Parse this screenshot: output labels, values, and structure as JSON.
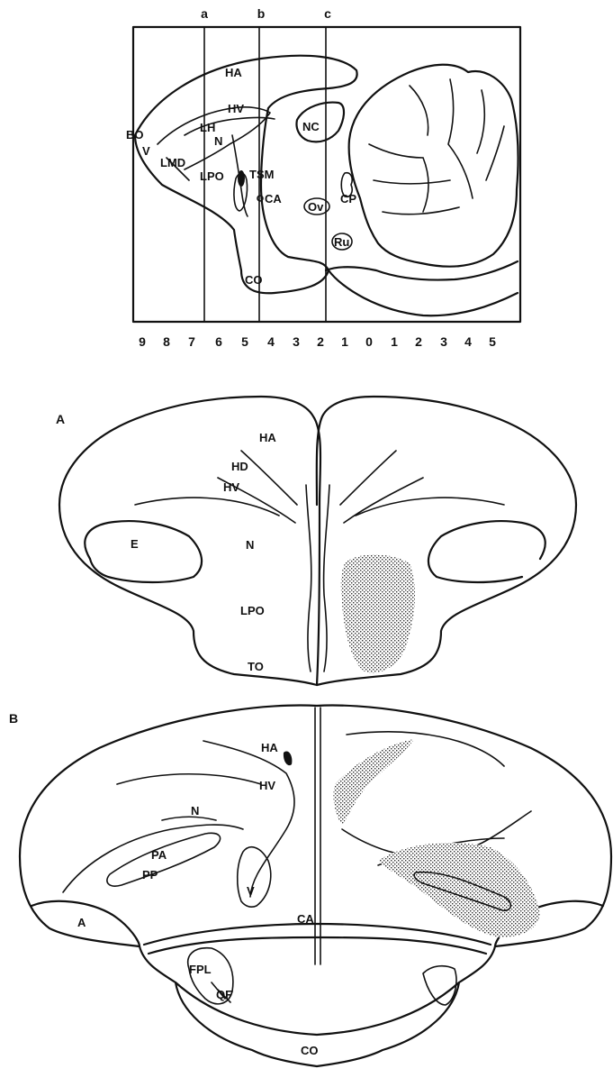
{
  "top_panel": {
    "section_lines": [
      "a",
      "b",
      "c"
    ],
    "axis_ticks": [
      "9",
      "8",
      "7",
      "6",
      "5",
      "4",
      "3",
      "2",
      "1",
      "0",
      "1",
      "2",
      "3",
      "4",
      "5"
    ],
    "labels": {
      "ha": "HA",
      "hv": "HV",
      "nc": "NC",
      "lh": "LH",
      "n": "N",
      "bo": "BO",
      "v": "V",
      "lmd": "LMD",
      "lpo": "LPO",
      "tsm": "TSM",
      "ca": "CA",
      "ov": "Ov",
      "cp": "CP",
      "ru": "Ru",
      "co": "CO"
    }
  },
  "panel_a": {
    "letter": "A",
    "labels": {
      "ha": "HA",
      "hd": "HD",
      "hv": "HV",
      "e": "E",
      "n": "N",
      "lpo": "LPO",
      "to": "TO"
    }
  },
  "panel_b": {
    "letter": "B",
    "labels": {
      "ha": "HA",
      "hv": "HV",
      "n": "N",
      "pa": "PA",
      "pp": "PP",
      "v": "V",
      "a": "A",
      "ca": "CA",
      "fpl": "FPL",
      "qf": "QF",
      "co": "CO"
    }
  }
}
